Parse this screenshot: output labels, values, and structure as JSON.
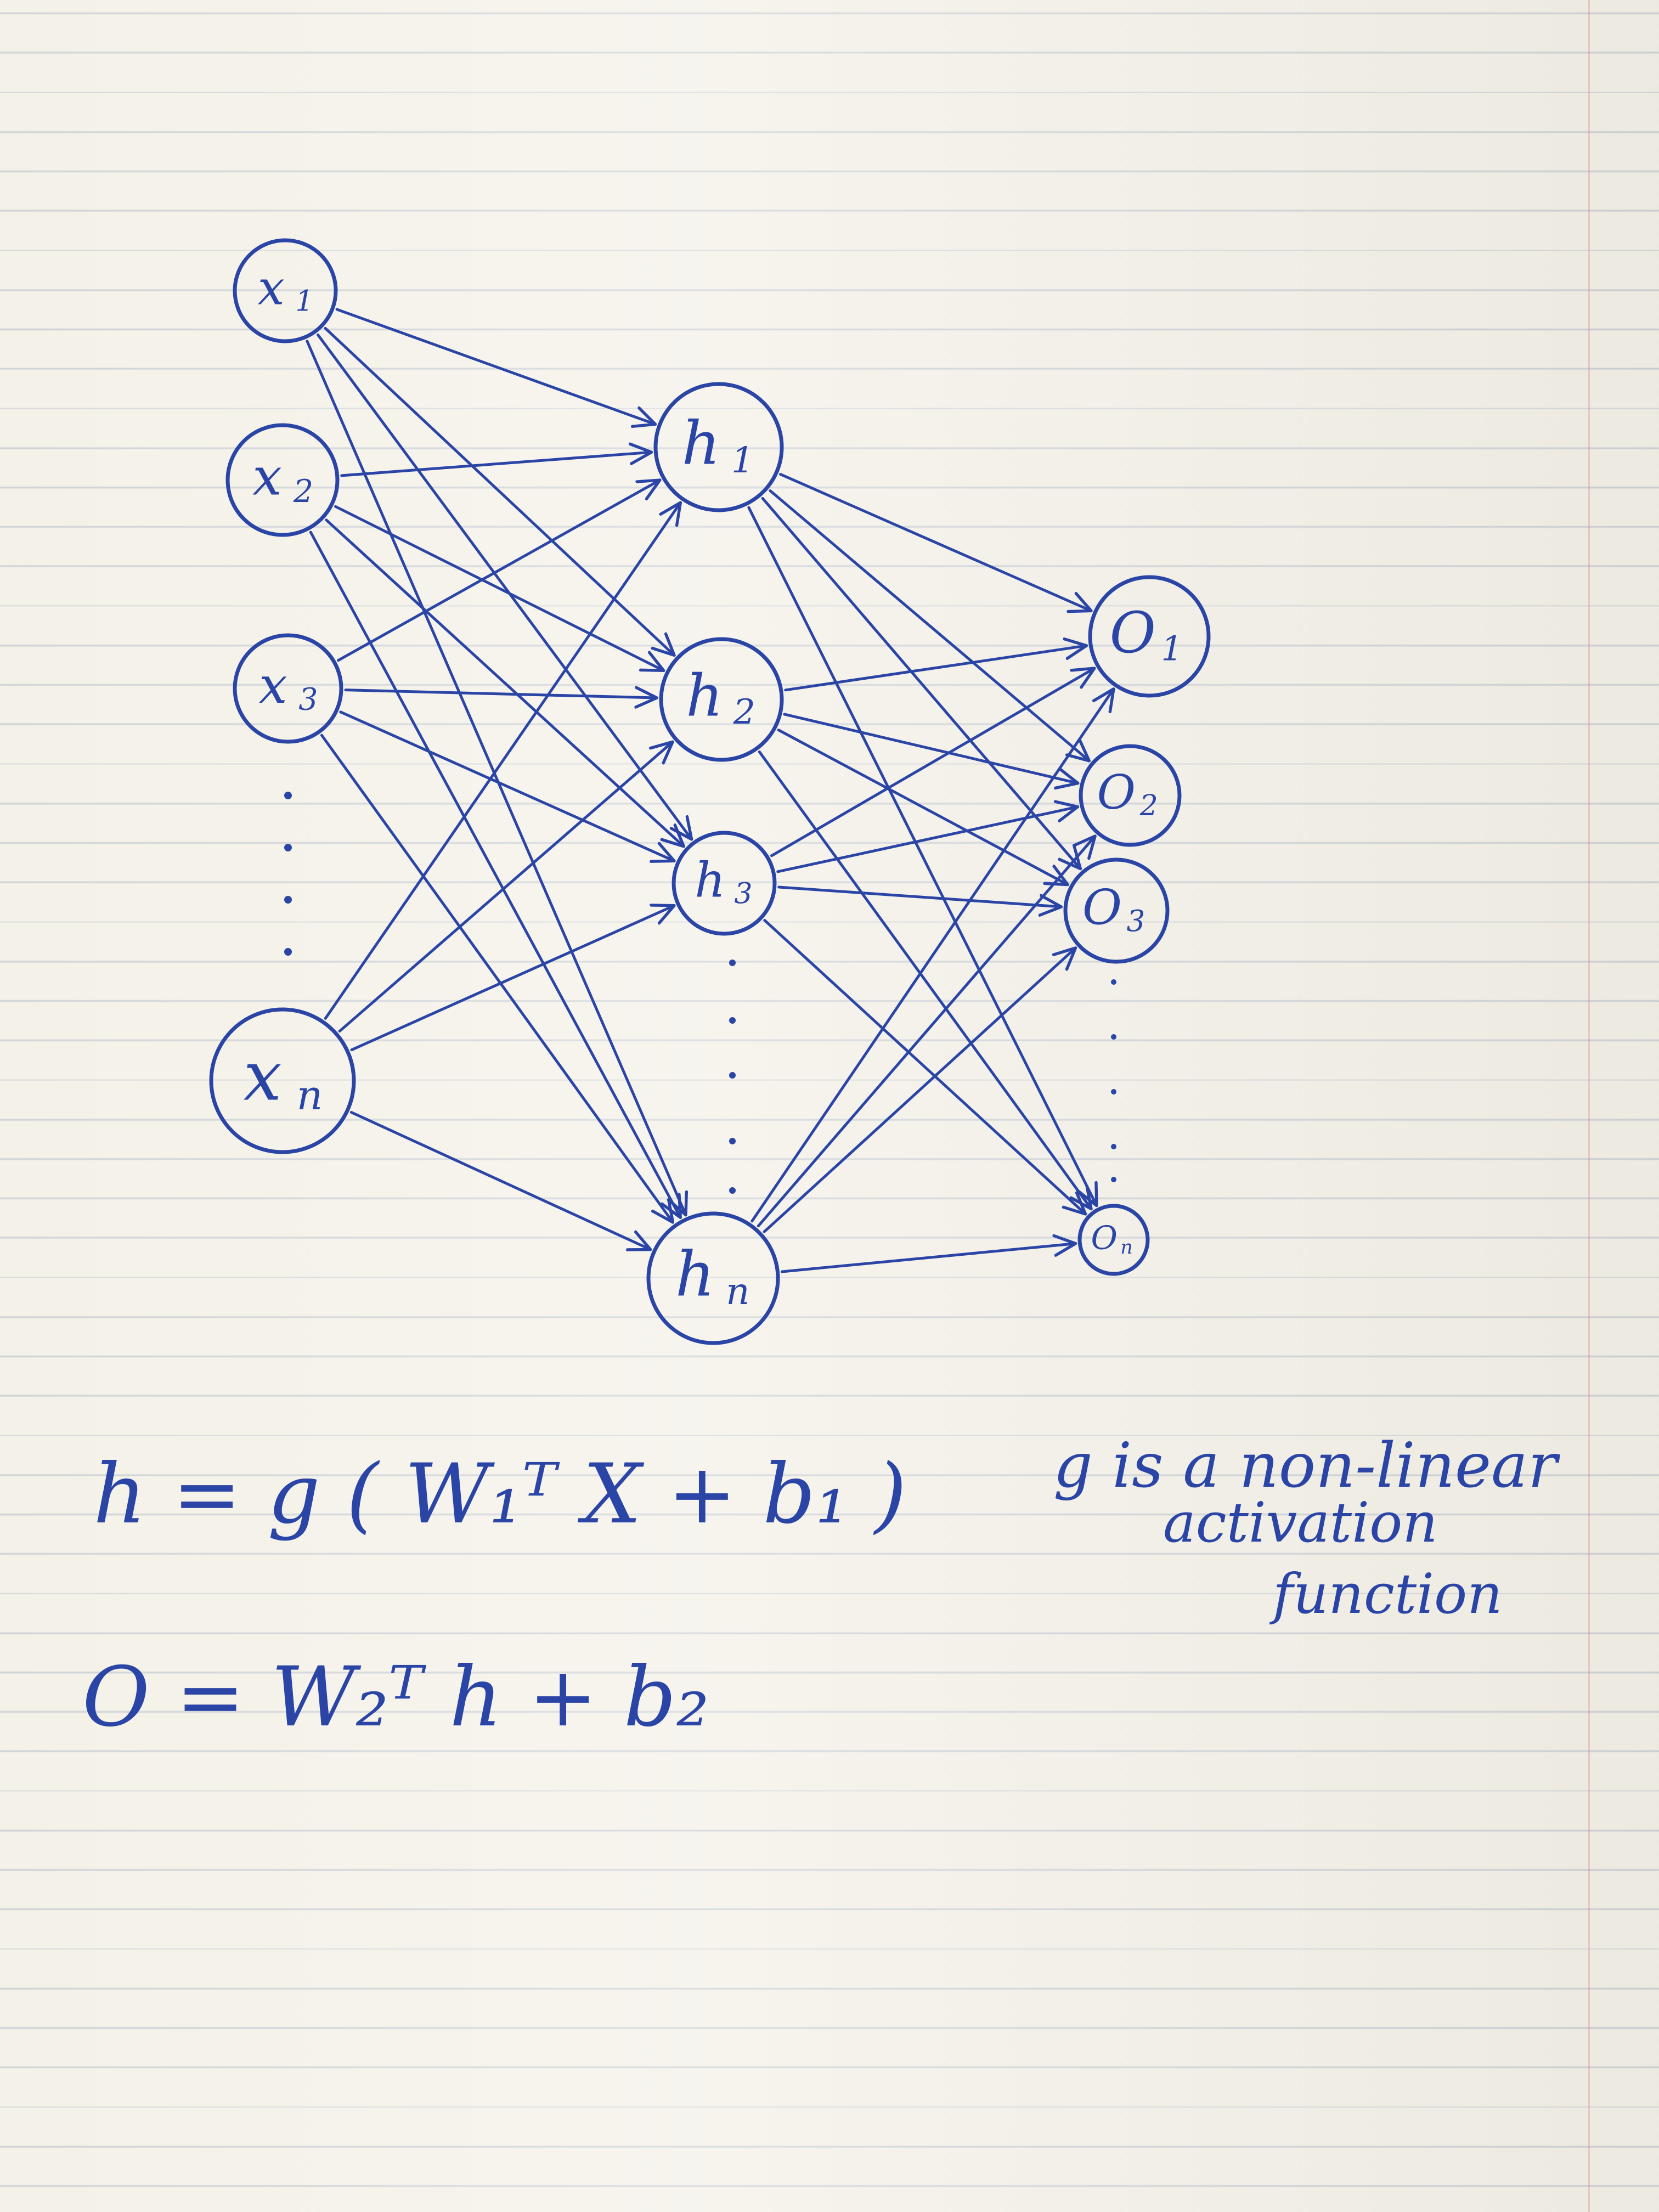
{
  "input_nodes": [
    {
      "id": "x1",
      "label": "x",
      "sub": "1"
    },
    {
      "id": "x2",
      "label": "x",
      "sub": "2"
    },
    {
      "id": "x3",
      "label": "x",
      "sub": "3"
    },
    {
      "id": "xn",
      "label": "x",
      "sub": "n"
    }
  ],
  "hidden_nodes": [
    {
      "id": "h1",
      "label": "h",
      "sub": "1"
    },
    {
      "id": "h2",
      "label": "h",
      "sub": "2"
    },
    {
      "id": "h3",
      "label": "h",
      "sub": "3"
    },
    {
      "id": "hn",
      "label": "h",
      "sub": "n"
    }
  ],
  "output_nodes": [
    {
      "id": "o1",
      "label": "O",
      "sub": "1"
    },
    {
      "id": "o2",
      "label": "O",
      "sub": "2"
    },
    {
      "id": "o3",
      "label": "O",
      "sub": "3"
    },
    {
      "id": "on",
      "label": "O",
      "sub": "n"
    }
  ],
  "equations": {
    "hidden": "h = g ( W₁ᵀ X + b₁ )",
    "output": "O = W₂ᵀ h + b₂"
  },
  "note": {
    "line1": "g is a non-linear",
    "line2": "activation",
    "line3": "function"
  },
  "colors": {
    "ink": "#2b45a6",
    "paper": "#f4f1e8",
    "rule": "#a3b2cc"
  }
}
